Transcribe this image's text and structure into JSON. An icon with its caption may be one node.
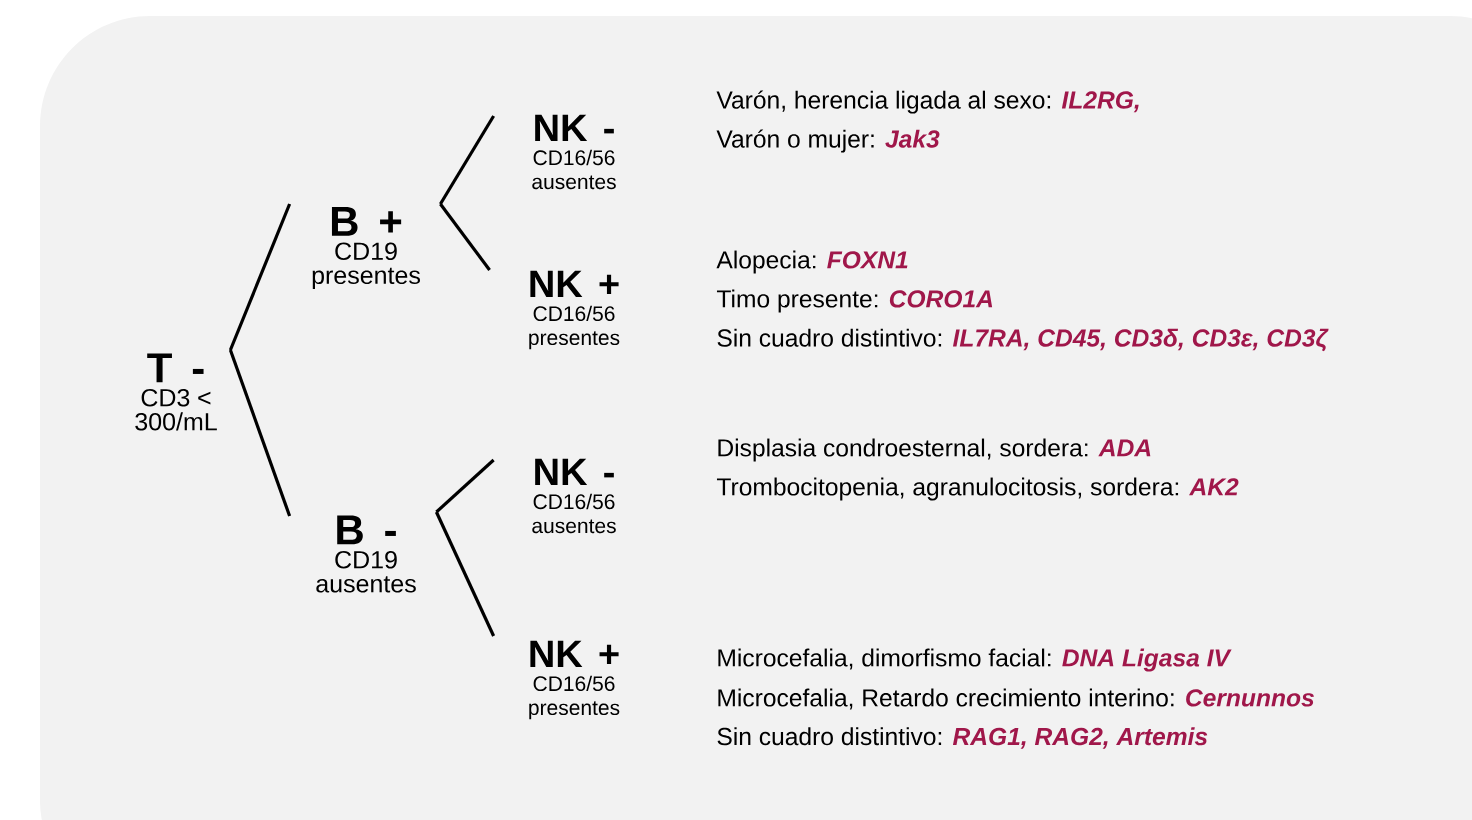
{
  "diagram": {
    "nodes": [
      {
        "text": [
          "T -",
          "CD3 < 300/mL"
        ]
      },
      {
        "text": [
          "B +",
          "CD19 presentes"
        ]
      },
      {
        "text": [
          "NK -",
          "CD16/56 ausentes"
        ],
        "beside": [
          "Varón, herencia ligada al sexo: **IL2RG,**",
          "Varón o mujer: **Jak3**"
        ]
      },
      {
        "text": [
          "NK +",
          "CD16/56 presentes"
        ],
        "beside": [
          "Alopecia: **FOXN1**",
          "Timo presente: **CORO1A**",
          "Sin cuadro distintivo: **IL7RA, CD45, CD3δ, CD3ε, CD3ζ**"
        ]
      },
      {
        "text": [
          "B -",
          "CD19 ausentes"
        ]
      },
      {
        "text": [
          "NK -",
          "CD16/56 ausentes"
        ],
        "beside": [
          "Displasia condroesternal, sordera: **ADA**",
          "Trombocitopenia, agranulocitosis, sordera: **AK2**"
        ]
      },
      {
        "text": [
          "NK +",
          "CD16/56 presentes"
        ],
        "beside": [
          "Microcefalia, dimorfismo facial: **DNA Ligasa IV**",
          "Microcefalia, Retardo crecimiento interino: **Cernunnos**",
          "Sin cuadro distintivo: **RAG1, RAG2, Artemis**"
        ]
      }
    ],
    "edges": [
      {
        "from": 0,
        "to": 1,
        "arrow": "none"
      },
      {
        "from": 0,
        "to": 4,
        "arrow": "none"
      },
      {
        "from": 1,
        "to": 2,
        "arrow": "none"
      },
      {
        "from": 1,
        "to": 3,
        "arrow": "none"
      },
      {
        "from": 4,
        "to": 5,
        "arrow": "none"
      },
      {
        "from": 4,
        "to": 6,
        "arrow": "none"
      }
    ]
  }
}
